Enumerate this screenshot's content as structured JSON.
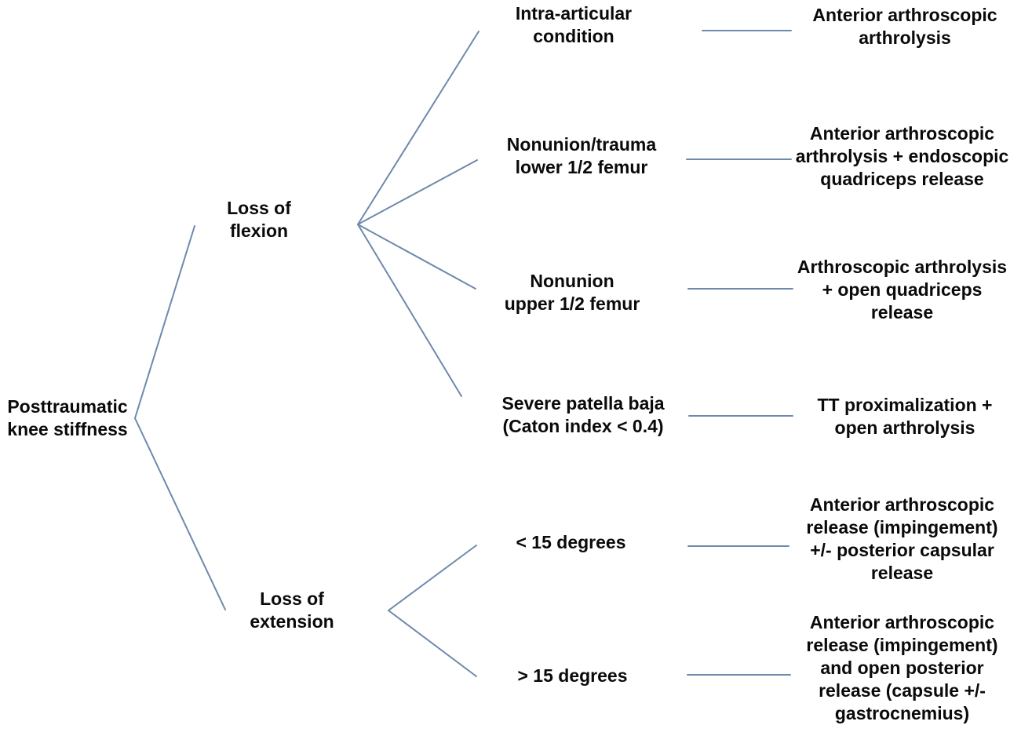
{
  "diagram": {
    "title_semantics": "Treatment algorithm for posttraumatic knee stiffness",
    "line_color": "#6e89ac",
    "text_color": "#0a0a0a",
    "root": {
      "label": "Posttraumatic\nknee stiffness"
    },
    "branches": [
      {
        "label": "Loss of\nflexion",
        "children": [
          {
            "condition": "Intra-articular\ncondition",
            "treatment": "Anterior arthroscopic\narthrolysis"
          },
          {
            "condition": "Nonunion/trauma\nlower 1/2 femur",
            "treatment": "Anterior arthroscopic\narthrolysis + endoscopic\nquadriceps release"
          },
          {
            "condition": "Nonunion\nupper 1/2 femur",
            "treatment": "Arthroscopic arthrolysis\n+ open quadriceps\nrelease"
          },
          {
            "condition": "Severe patella baja\n(Caton index < 0.4)",
            "treatment": "TT proximalization +\nopen arthrolysis"
          }
        ]
      },
      {
        "label": "Loss of\nextension",
        "children": [
          {
            "condition": "< 15 degrees",
            "treatment": "Anterior arthroscopic\nrelease (impingement)\n+/- posterior capsular\nrelease"
          },
          {
            "condition": "> 15 degrees",
            "treatment": "Anterior arthroscopic\nrelease (impingement)\nand open posterior\nrelease (capsule +/-\ngastrocnemius)"
          }
        ]
      }
    ]
  }
}
